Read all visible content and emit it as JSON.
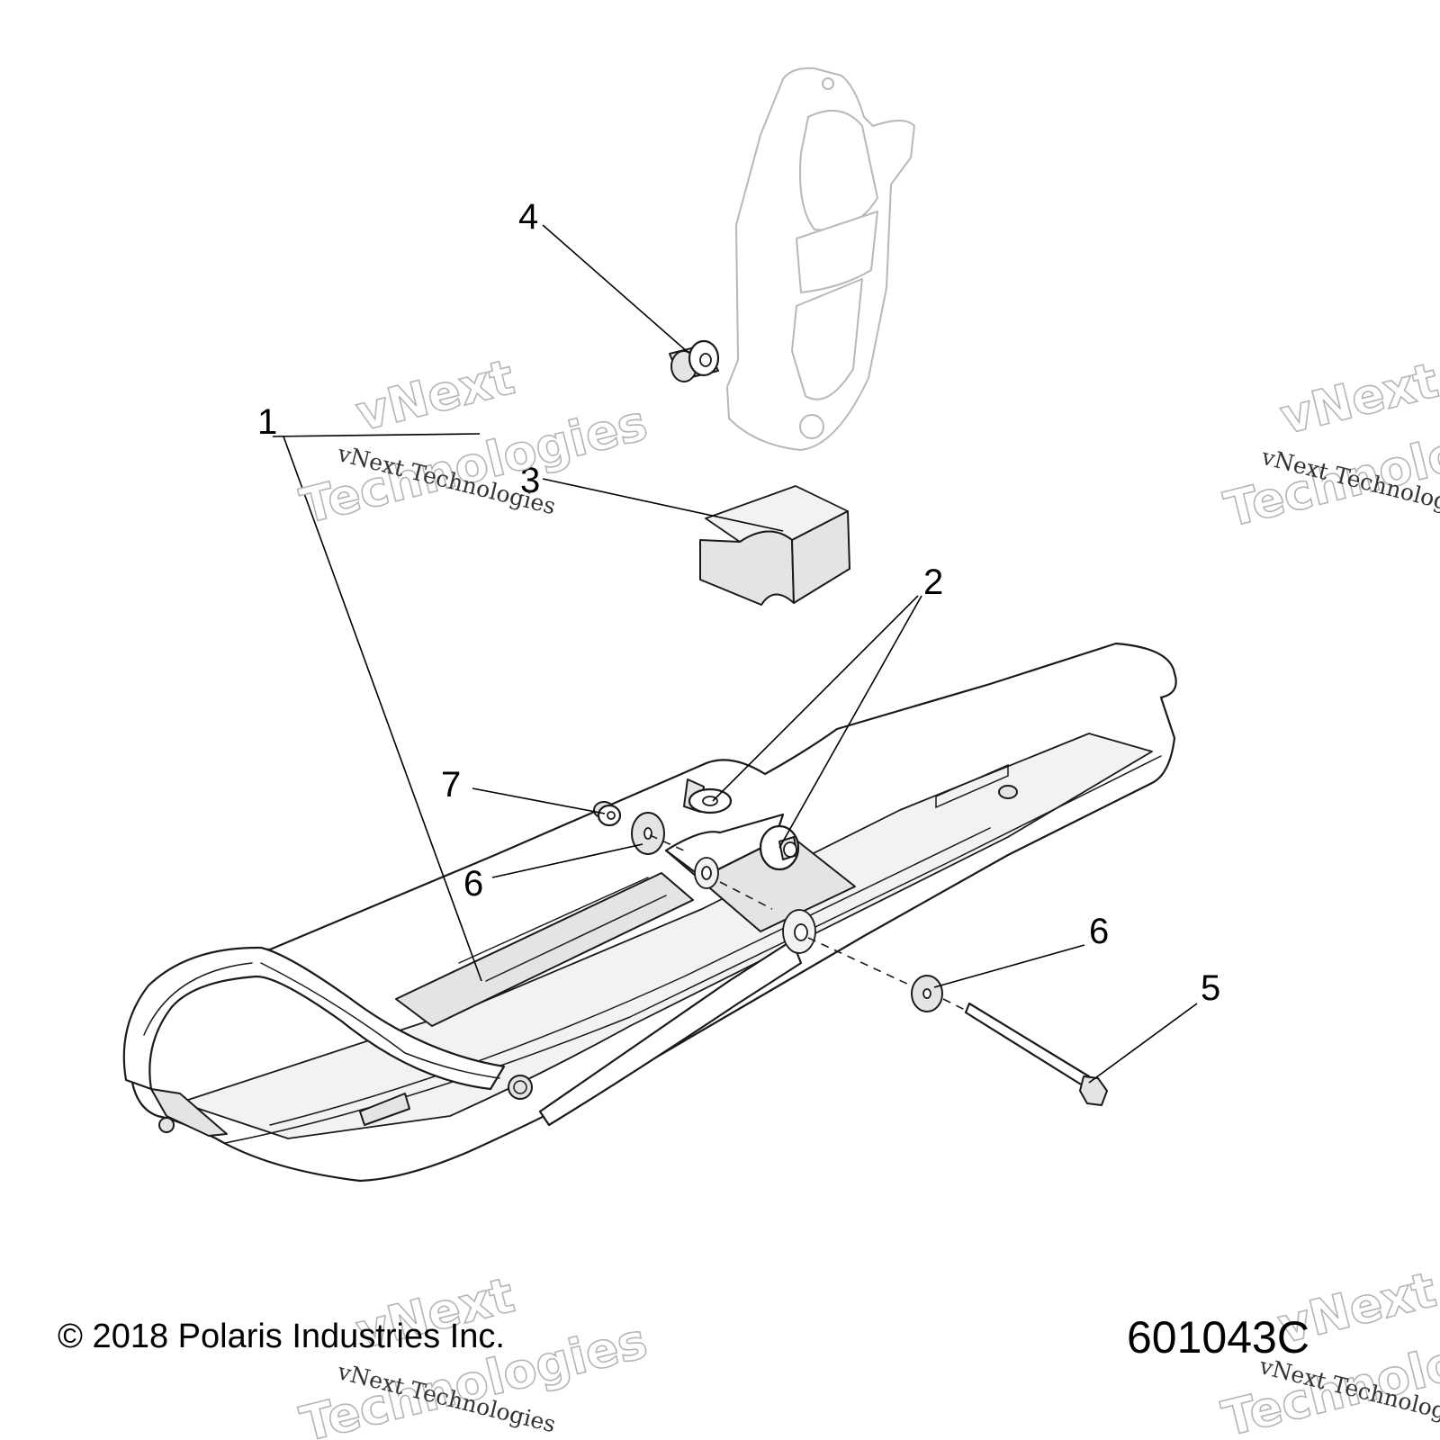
{
  "callouts": {
    "c1": "1",
    "c2": "2",
    "c3": "3",
    "c4": "4",
    "c5": "5",
    "c6a": "6",
    "c6b": "6",
    "c7": "7"
  },
  "footer": {
    "copyright": "© 2018 Polaris Industries Inc.",
    "diagram_id": "601043C"
  },
  "watermark": {
    "line1": "vNext",
    "line2": "Technologies",
    "small": "vNext Technologies"
  }
}
